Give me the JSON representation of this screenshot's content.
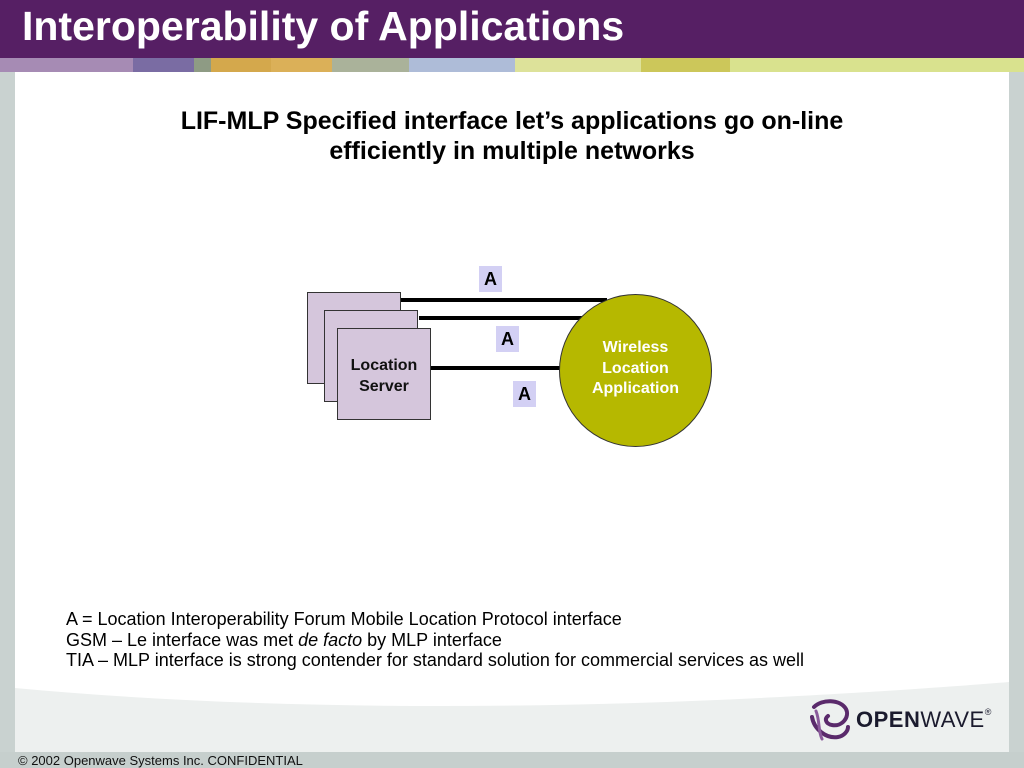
{
  "slide": {
    "title": "Interoperability of Applications",
    "subtitle_line1": "LIF-MLP Specified interface let’s applications go on-line",
    "subtitle_line2": "efficiently in multiple networks"
  },
  "colors": {
    "header": "#561f64",
    "stripe": [
      "#a68bb4",
      "#7a6ca3",
      "#8e9b84",
      "#d4a84c",
      "#dbb058",
      "#aab29a",
      "#aebcd8",
      "#dde29a",
      "#ccc75a",
      "#d9e28e"
    ],
    "server_fill": "#d5c6dc",
    "interface_label_fill": "#d3d0f4",
    "application_fill": "#b6b800",
    "frame": "#c9d2d0"
  },
  "diagram": {
    "server_label_line1": "Location",
    "server_label_line2": "Server",
    "application_label_line1": "Wireless",
    "application_label_line2": "Location",
    "application_label_line3": "Application",
    "interface_labels": [
      "A",
      "A",
      "A"
    ]
  },
  "notes": {
    "line1": "A = Location Interoperability Forum Mobile Location Protocol interface",
    "line2_before": "GSM – Le interface was met ",
    "line2_italic": "de facto",
    "line2_after": " by MLP interface",
    "line3": "TIA – MLP interface is strong contender for standard solution for commercial services as well"
  },
  "logo": {
    "text_open": "OPEN",
    "text_wave": "WAVE",
    "reg": "®"
  },
  "footer": {
    "text": "© 2002 Openwave Systems Inc. CONFIDENTIAL"
  }
}
